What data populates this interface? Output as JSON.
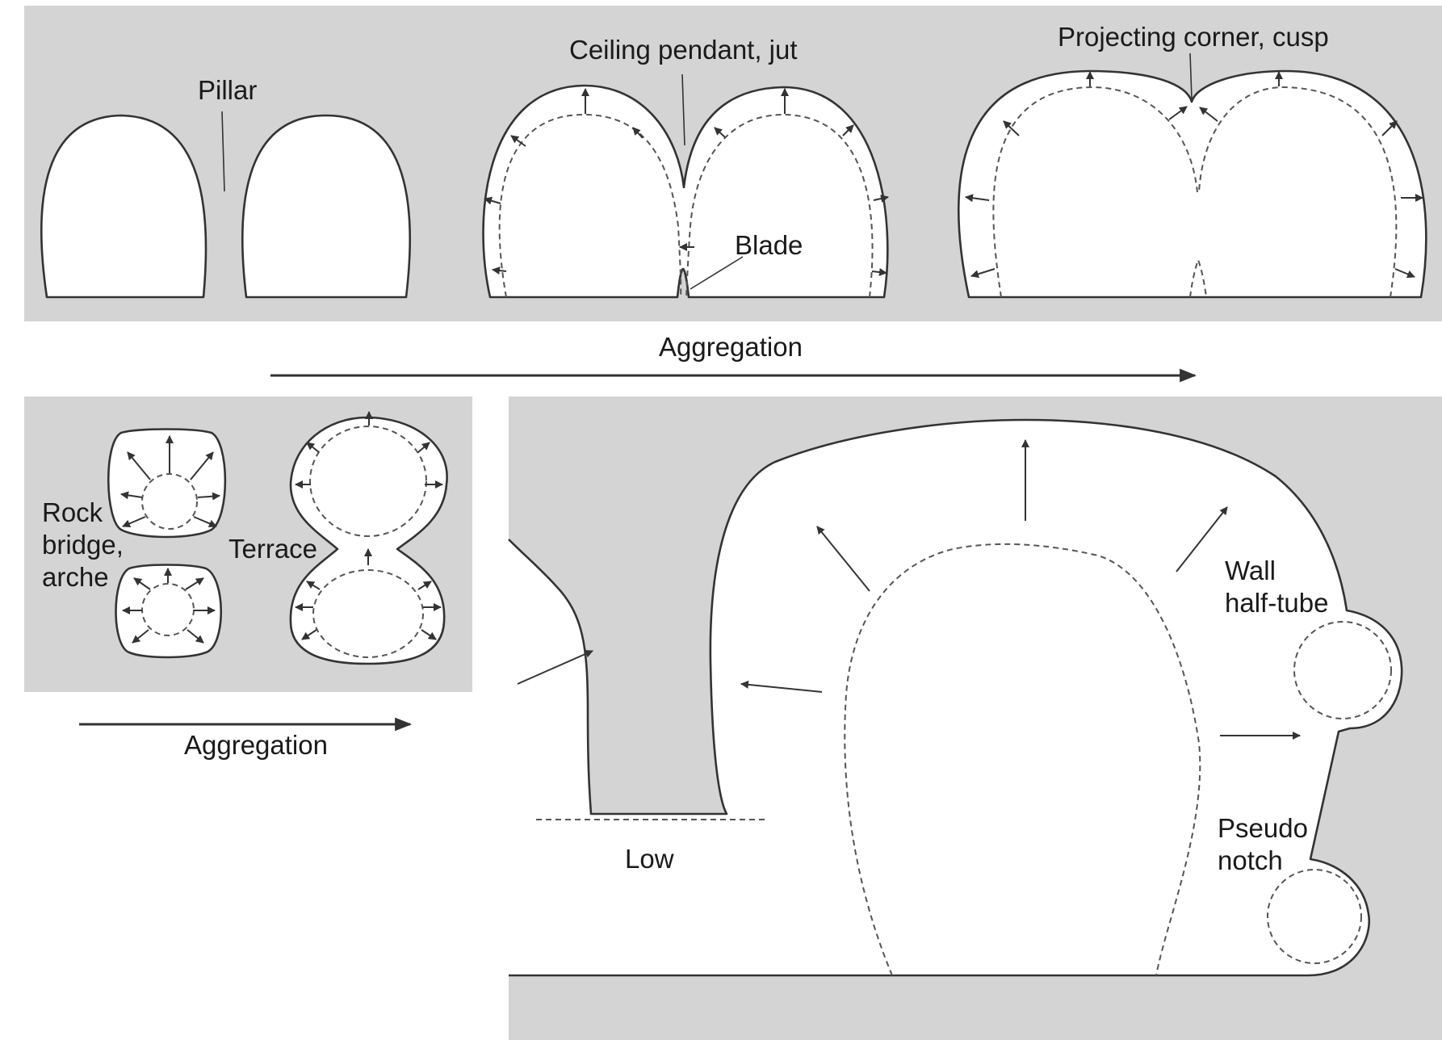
{
  "colors": {
    "rock": "#d4d4d4",
    "void": "#ffffff",
    "outline": "#333333",
    "dashed": "#555555"
  },
  "labels": {
    "pillar": "Pillar",
    "ceiling_pendant": "Ceiling pendant, jut",
    "blade": "Blade",
    "projecting_corner": "Projecting corner, cusp",
    "aggregation_top": "Aggregation",
    "aggregation_left": "Aggregation",
    "rock_bridge": [
      "Rock",
      "bridge,",
      "arche"
    ],
    "terrace": "Terrace",
    "wall_half_tube": [
      "Wall",
      "half-tube"
    ],
    "pseudo_notch": [
      "Pseudo",
      "notch"
    ],
    "low": "Low"
  }
}
